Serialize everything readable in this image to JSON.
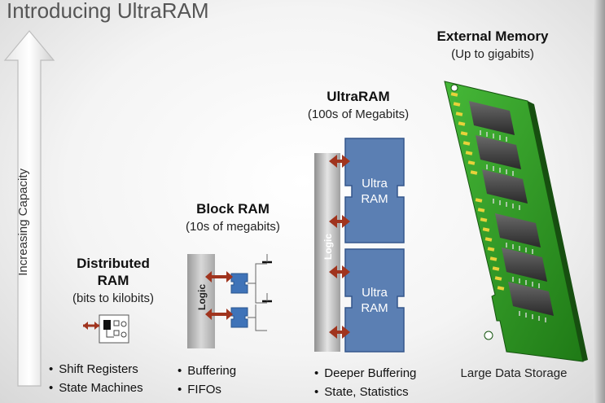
{
  "title": "Introducing UltraRAM",
  "axis_label": "Increasing Capacity",
  "tiers": {
    "distributed": {
      "heading_line1": "Distributed",
      "heading_line2": "RAM",
      "subtitle": "(bits to kilobits)",
      "bullets": [
        "Shift Registers",
        "State Machines"
      ]
    },
    "block": {
      "heading": "Block RAM",
      "subtitle": "(10s of megabits)",
      "logic_label": "Logic",
      "bullets": [
        "Buffering",
        "FIFOs"
      ]
    },
    "ultra": {
      "heading": "UltraRAM",
      "subtitle": "(100s of Megabits)",
      "logic_label": "Logic",
      "chip_line1": "Ultra",
      "chip_line2": "RAM",
      "bullets": [
        "Deeper Buffering",
        "State, Statistics"
      ]
    },
    "external": {
      "heading": "External Memory",
      "subtitle": "(Up to gigabits)",
      "caption": "Large Data Storage"
    }
  },
  "colors": {
    "chip_blue": "#5b7fb3",
    "arrow_red": "#a0341e",
    "pcb_green": "#2f9a22",
    "gold": "#e8d23a"
  }
}
